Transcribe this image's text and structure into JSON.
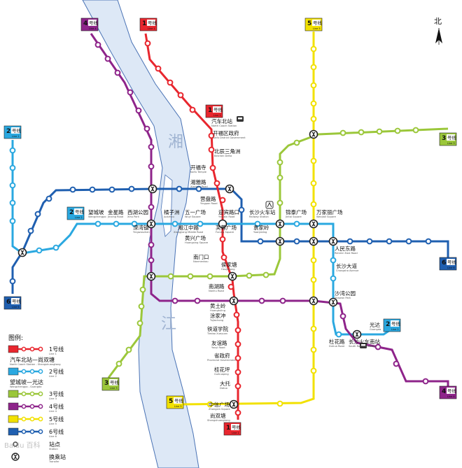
{
  "map": {
    "river_name_top": "湘",
    "river_name_bottom": "江",
    "north_label": "北",
    "watermark": "Baidu 百科"
  },
  "colors": {
    "line1": "#e8262e",
    "line2": "#2aa8e0",
    "line3": "#9bc73a",
    "line4": "#8e248a",
    "line5": "#f2e100",
    "line6": "#1f5fb0",
    "river": "#dde8f6",
    "river_edge": "#4a73b5"
  },
  "badges": [
    {
      "line": "1",
      "num": "1",
      "hao": "号线",
      "en": "Line 1"
    },
    {
      "line": "1",
      "num": "1",
      "hao": "号线",
      "en": "Line 1"
    },
    {
      "line": "1",
      "num": "1",
      "hao": "号线",
      "en": "Line 1"
    },
    {
      "line": "2",
      "num": "2",
      "hao": "号线",
      "en": "Line 2"
    },
    {
      "line": "2",
      "num": "2",
      "hao": "号线",
      "en": "Line 2"
    },
    {
      "line": "2",
      "num": "2",
      "hao": "号线",
      "en": "Line 2"
    },
    {
      "line": "3",
      "num": "3",
      "hao": "号线",
      "en": "Line 3"
    },
    {
      "line": "3",
      "num": "3",
      "hao": "号线",
      "en": "Line 3"
    },
    {
      "line": "4",
      "num": "4",
      "hao": "号线",
      "en": "Line 4"
    },
    {
      "line": "4",
      "num": "4",
      "hao": "号线",
      "en": "Line 4"
    },
    {
      "line": "5",
      "num": "5",
      "hao": "号线",
      "en": "Line 5"
    },
    {
      "line": "5",
      "num": "5",
      "hao": "号线",
      "en": "Line 5"
    },
    {
      "line": "6",
      "num": "6",
      "hao": "号线",
      "en": "Line 6"
    },
    {
      "line": "6",
      "num": "6",
      "hao": "号线",
      "en": "Line 6"
    }
  ],
  "stations": [
    {
      "cn": "汽车北站",
      "en": "North Coach Station"
    },
    {
      "cn": "开福区政府",
      "en": "Kaifu District Government"
    },
    {
      "cn": "北辰三角洲",
      "en": "Beichen Delta"
    },
    {
      "cn": "开福寺",
      "en": "Kaifu Temple"
    },
    {
      "cn": "湘雅路",
      "en": "Xiangya Road"
    },
    {
      "cn": "营盘路",
      "en": "Yingpan Road"
    },
    {
      "cn": "五一广场",
      "en": "Wuyi Square"
    },
    {
      "cn": "黄兴广场",
      "en": "Huangxing Square"
    },
    {
      "cn": "南门口",
      "en": "Nanmenkou"
    },
    {
      "cn": "侯家塘",
      "en": "Houjiatang"
    },
    {
      "cn": "南湖路",
      "en": "Nanhu Road"
    },
    {
      "cn": "黄土岭",
      "en": "Huangtuling"
    },
    {
      "cn": "涂家冲",
      "en": "Tujiachong"
    },
    {
      "cn": "铁道学院",
      "en": "Tiedao Xueyuan"
    },
    {
      "cn": "友谊路",
      "en": "Youyi Road"
    },
    {
      "cn": "省政府",
      "en": "Provincial Government"
    },
    {
      "cn": "桂花坪",
      "en": "Guihuaping"
    },
    {
      "cn": "大托",
      "en": "Datuo"
    },
    {
      "cn": "中信广场",
      "en": "Zhongxin Square"
    },
    {
      "cn": "尚双塘",
      "en": "Shangshuangtang"
    },
    {
      "cn": "望城坡",
      "en": "Wangchengpo"
    },
    {
      "cn": "金星路",
      "en": "Jinxing Road"
    },
    {
      "cn": "西湖公园",
      "en": "Xihu Park"
    },
    {
      "cn": "溁湾镇",
      "en": "Yingwanzhen"
    },
    {
      "cn": "橘子洲",
      "en": "Juzizhou"
    },
    {
      "cn": "湘江中路",
      "en": "Xiangjiang Middle Road"
    },
    {
      "cn": "迎宾路口",
      "en": "Yingbin Road"
    },
    {
      "cn": "芙蓉广场",
      "en": "Furong Square"
    },
    {
      "cn": "袁家岭",
      "en": "Yuanjialing"
    },
    {
      "cn": "长沙火车站",
      "en": "Railway Station"
    },
    {
      "cn": "锦泰广场",
      "en": "Jintai Square"
    },
    {
      "cn": "万家丽广场",
      "en": "Wanjiali Square"
    },
    {
      "cn": "人民东路",
      "en": "Renmin East Road"
    },
    {
      "cn": "长沙大道",
      "en": "Changsha Avenue"
    },
    {
      "cn": "沙湾公园",
      "en": "Shawan Park"
    },
    {
      "cn": "杜花路",
      "en": "Duhua Road"
    },
    {
      "cn": "长沙火车南站",
      "en": "South Railway Station"
    },
    {
      "cn": "光达",
      "en": "Guangda"
    }
  ],
  "legend": {
    "title": "图例:",
    "items": [
      {
        "line": "1",
        "name": "1号线",
        "en": "Line 1",
        "route": "汽车北站—尚双塘",
        "route_en": "North Coach Station - Shangshuangtang"
      },
      {
        "line": "2",
        "name": "2号线",
        "en": "Line 2",
        "route": "望城坡—光达",
        "route_en": "Wangchengpo - Guangda"
      },
      {
        "line": "3",
        "name": "3号线",
        "en": "Line 3",
        "route": "",
        "route_en": ""
      },
      {
        "line": "4",
        "name": "4号线",
        "en": "Line 4",
        "route": "",
        "route_en": ""
      },
      {
        "line": "5",
        "name": "5号线",
        "en": "Line 5",
        "route": "",
        "route_en": ""
      },
      {
        "line": "6",
        "name": "6号线",
        "en": "Line 6",
        "route": "",
        "route_en": ""
      }
    ],
    "station_label": "站点",
    "station_en": "Station",
    "transfer_label": "换乘站",
    "transfer_en": "Transfer"
  }
}
